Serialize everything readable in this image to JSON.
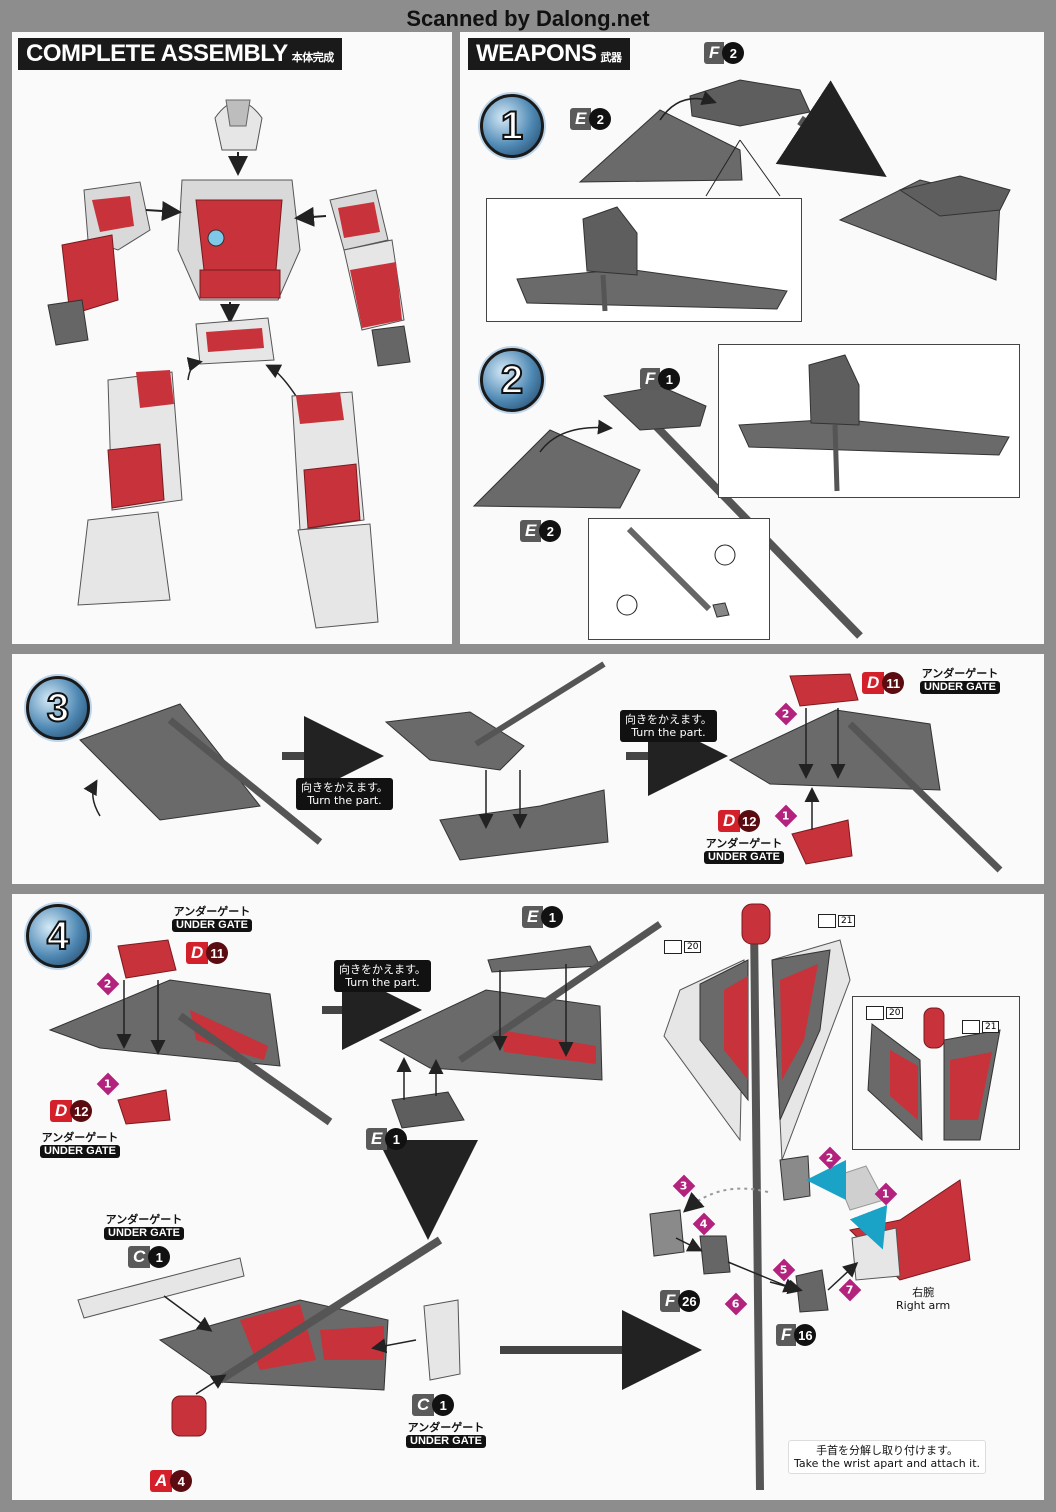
{
  "watermark": "Scanned by Dalong.net",
  "complete_assembly": {
    "title": "COMPLETE ASSEMBLY",
    "title_jp": "本体完成"
  },
  "weapons": {
    "title": "WEAPONS",
    "title_jp": "武器"
  },
  "steps": {
    "s1": "1",
    "s2": "2",
    "s3": "3",
    "s4": "4"
  },
  "parts": {
    "f2": {
      "letter": "F",
      "num": "2"
    },
    "e2a": {
      "letter": "E",
      "num": "2"
    },
    "f1": {
      "letter": "F",
      "num": "1"
    },
    "e2b": {
      "letter": "E",
      "num": "2"
    },
    "d11a": {
      "letter": "D",
      "num": "11"
    },
    "d12a": {
      "letter": "D",
      "num": "12"
    },
    "d11b": {
      "letter": "D",
      "num": "11"
    },
    "d12b": {
      "letter": "D",
      "num": "12"
    },
    "e1a": {
      "letter": "E",
      "num": "1"
    },
    "e1b": {
      "letter": "E",
      "num": "1"
    },
    "c1a": {
      "letter": "C",
      "num": "1"
    },
    "c1b": {
      "letter": "C",
      "num": "1"
    },
    "a4": {
      "letter": "A",
      "num": "4"
    },
    "f26": {
      "letter": "F",
      "num": "26"
    },
    "f16": {
      "letter": "F",
      "num": "16"
    }
  },
  "under_gate": {
    "jp": "アンダーゲート",
    "en": "UNDER GATE"
  },
  "turn_note": {
    "jp": "向きをかえます。",
    "en": "Turn the part."
  },
  "wrist_note": {
    "jp": "手首を分解し取り付けます。",
    "en": "Take the wrist apart and attach it."
  },
  "right_arm": {
    "jp": "右腕",
    "en": "Right arm"
  },
  "stickers": {
    "s20a": "20",
    "s21a": "21",
    "s20b": "20",
    "s21b": "21"
  },
  "order_marks": [
    "1",
    "2",
    "3",
    "4",
    "5",
    "6",
    "7"
  ],
  "colors": {
    "page_bg": "#8d8d8d",
    "panel": "#fafafa",
    "part_gray": "#5e5e5e",
    "accent_red": "#d3202a",
    "order_magenta": "#b3227d",
    "arrow_cyan": "#1aa3c7"
  }
}
